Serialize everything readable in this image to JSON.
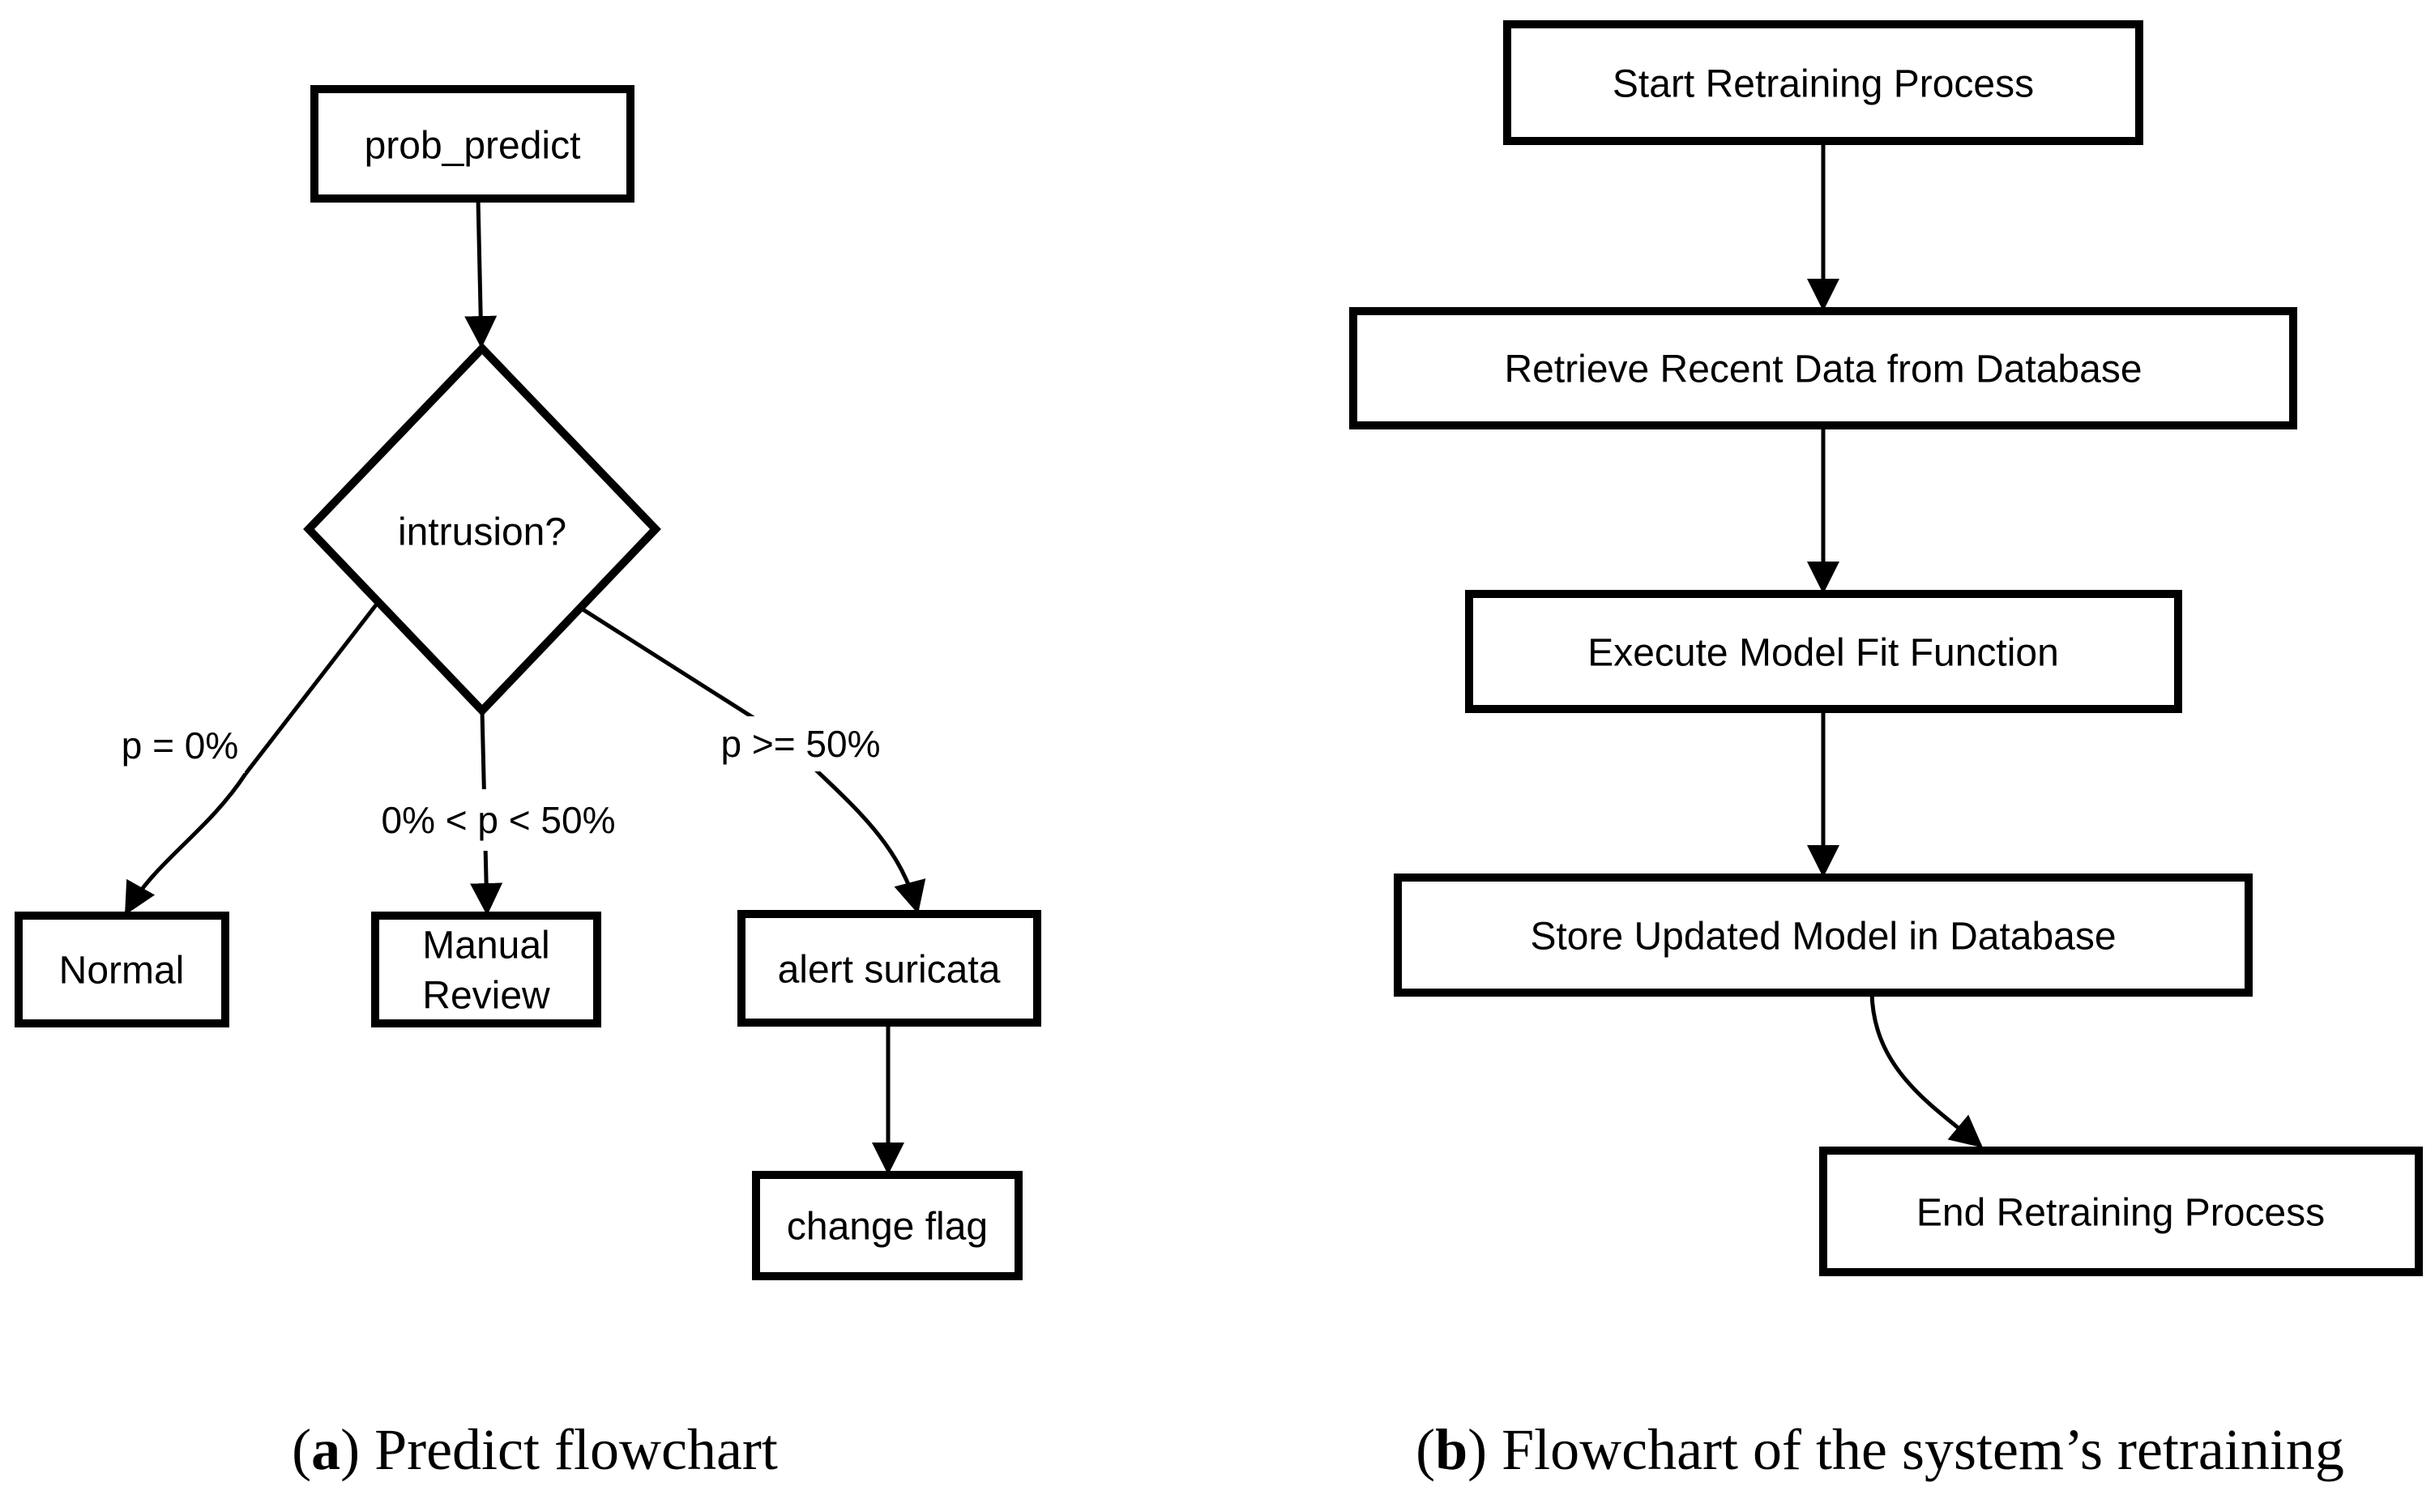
{
  "colors": {
    "ink": "#000000",
    "background": "#ffffff"
  },
  "flowchart_a": {
    "nodes": {
      "prob_predict": {
        "label": "prob_predict"
      },
      "intrusion": {
        "label": "intrusion?"
      },
      "normal": {
        "label": "Normal"
      },
      "manual_review": {
        "lines": [
          "Manual",
          "Review"
        ]
      },
      "alert_suricata": {
        "label": "alert suricata"
      },
      "change_flag": {
        "label": "change flag"
      }
    },
    "edge_labels": {
      "p_zero": "p = 0%",
      "p_mid": "0% < p < 50%",
      "p_high": "p >= 50%"
    },
    "caption": {
      "open": "(",
      "letter": "a",
      "rest": ") Predict flowchart"
    }
  },
  "flowchart_b": {
    "nodes": {
      "start": {
        "label": "Start Retraining Process"
      },
      "retrieve": {
        "label": "Retrieve Recent Data from Database"
      },
      "execute": {
        "label": "Execute Model Fit Function"
      },
      "store": {
        "label": "Store Updated Model in Database"
      },
      "end": {
        "label": "End Retraining Process"
      }
    },
    "caption": {
      "open": "(",
      "letter": "b",
      "rest": ") Flowchart of the system’s retraining"
    }
  }
}
